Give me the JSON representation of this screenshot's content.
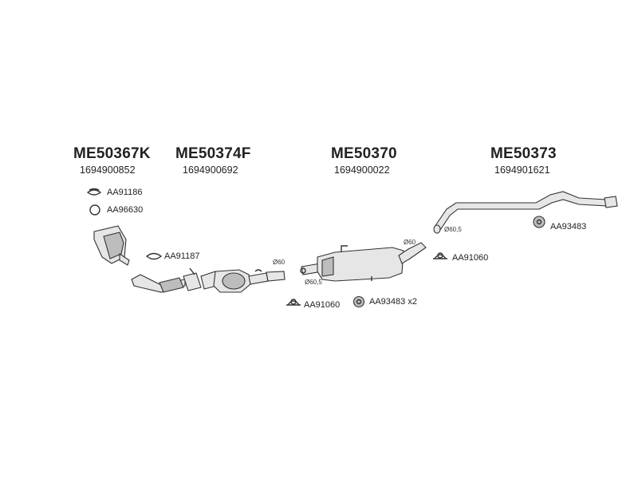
{
  "groups": [
    {
      "part_number": "ME50367K",
      "oe_number": "1694900852"
    },
    {
      "part_number": "ME50374F",
      "oe_number": "1694900692"
    },
    {
      "part_number": "ME50370",
      "oe_number": "1694900022"
    },
    {
      "part_number": "ME50373",
      "oe_number": "1694901621"
    }
  ],
  "accessories": {
    "aa91186": "AA91186",
    "aa96630": "AA96630",
    "aa91187": "AA91187",
    "aa91060_a": "AA91060",
    "aa93483_a": "AA93483 x2",
    "aa91060_b": "AA91060",
    "aa93483_b": "AA93483"
  },
  "diameters": {
    "d1": "Ø60",
    "d2": "Ø60",
    "d3": "Ø60,5",
    "d4": "Ø60,5"
  }
}
